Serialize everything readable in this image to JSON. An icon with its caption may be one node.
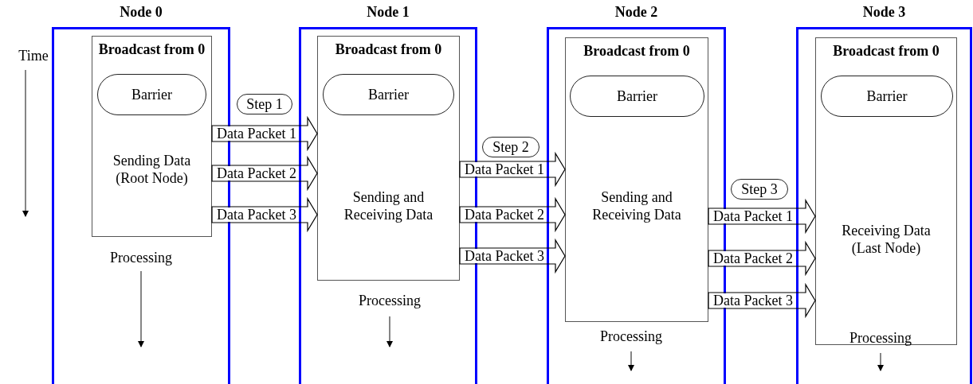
{
  "diagram": {
    "nodes": [
      {
        "text": [
          "Node 0"
        ]
      },
      {
        "text": [
          "Broadcast from 0",
          "Sending Data (Root Node)"
        ],
        "in": 0
      },
      {
        "text": [
          "Barrier"
        ],
        "in": 1
      },
      {
        "text": [
          "Step 1"
        ]
      },
      {
        "text": [
          "Node 1"
        ]
      },
      {
        "text": [
          "Broadcast from 0",
          "Sending and Receiving Data"
        ],
        "in": 4
      },
      {
        "text": [
          "Barrier"
        ],
        "in": 5
      },
      {
        "text": [
          "Step 2"
        ]
      },
      {
        "text": [
          "Node 2"
        ]
      },
      {
        "text": [
          "Broadcast from 0",
          "Sending and Receiving Data"
        ],
        "in": 8
      },
      {
        "text": [
          "Barrier"
        ],
        "in": 9
      },
      {
        "text": [
          "Step 3"
        ]
      },
      {
        "text": [
          "Node 3"
        ]
      },
      {
        "text": [
          "Broadcast from 0",
          "Receiving Data (Last Node)"
        ],
        "in": 12
      },
      {
        "text": [
          "Barrier"
        ],
        "in": 13
      }
    ],
    "edges": [
      {
        "from": 1,
        "to": 5,
        "arrow": "to",
        "label": "Data Packet 1"
      },
      {
        "from": 1,
        "to": 5,
        "arrow": "to",
        "label": "Data Packet 2"
      },
      {
        "from": 1,
        "to": 5,
        "arrow": "to",
        "label": "Data Packet 3"
      },
      {
        "from": 5,
        "to": 9,
        "arrow": "to",
        "label": "Data Packet 1"
      },
      {
        "from": 5,
        "to": 9,
        "arrow": "to",
        "label": "Data Packet 2"
      },
      {
        "from": 5,
        "to": 9,
        "arrow": "to",
        "label": "Data Packet 3"
      },
      {
        "from": 9,
        "to": 13,
        "arrow": "to",
        "label": "Data Packet 1"
      },
      {
        "from": 9,
        "to": 13,
        "arrow": "to",
        "label": "Data Packet 2"
      },
      {
        "from": 9,
        "to": 13,
        "arrow": "to",
        "label": "Data Packet 3"
      }
    ],
    "labels": [
      "Time",
      "Processing",
      "Processing",
      "Processing",
      "Processing"
    ]
  }
}
